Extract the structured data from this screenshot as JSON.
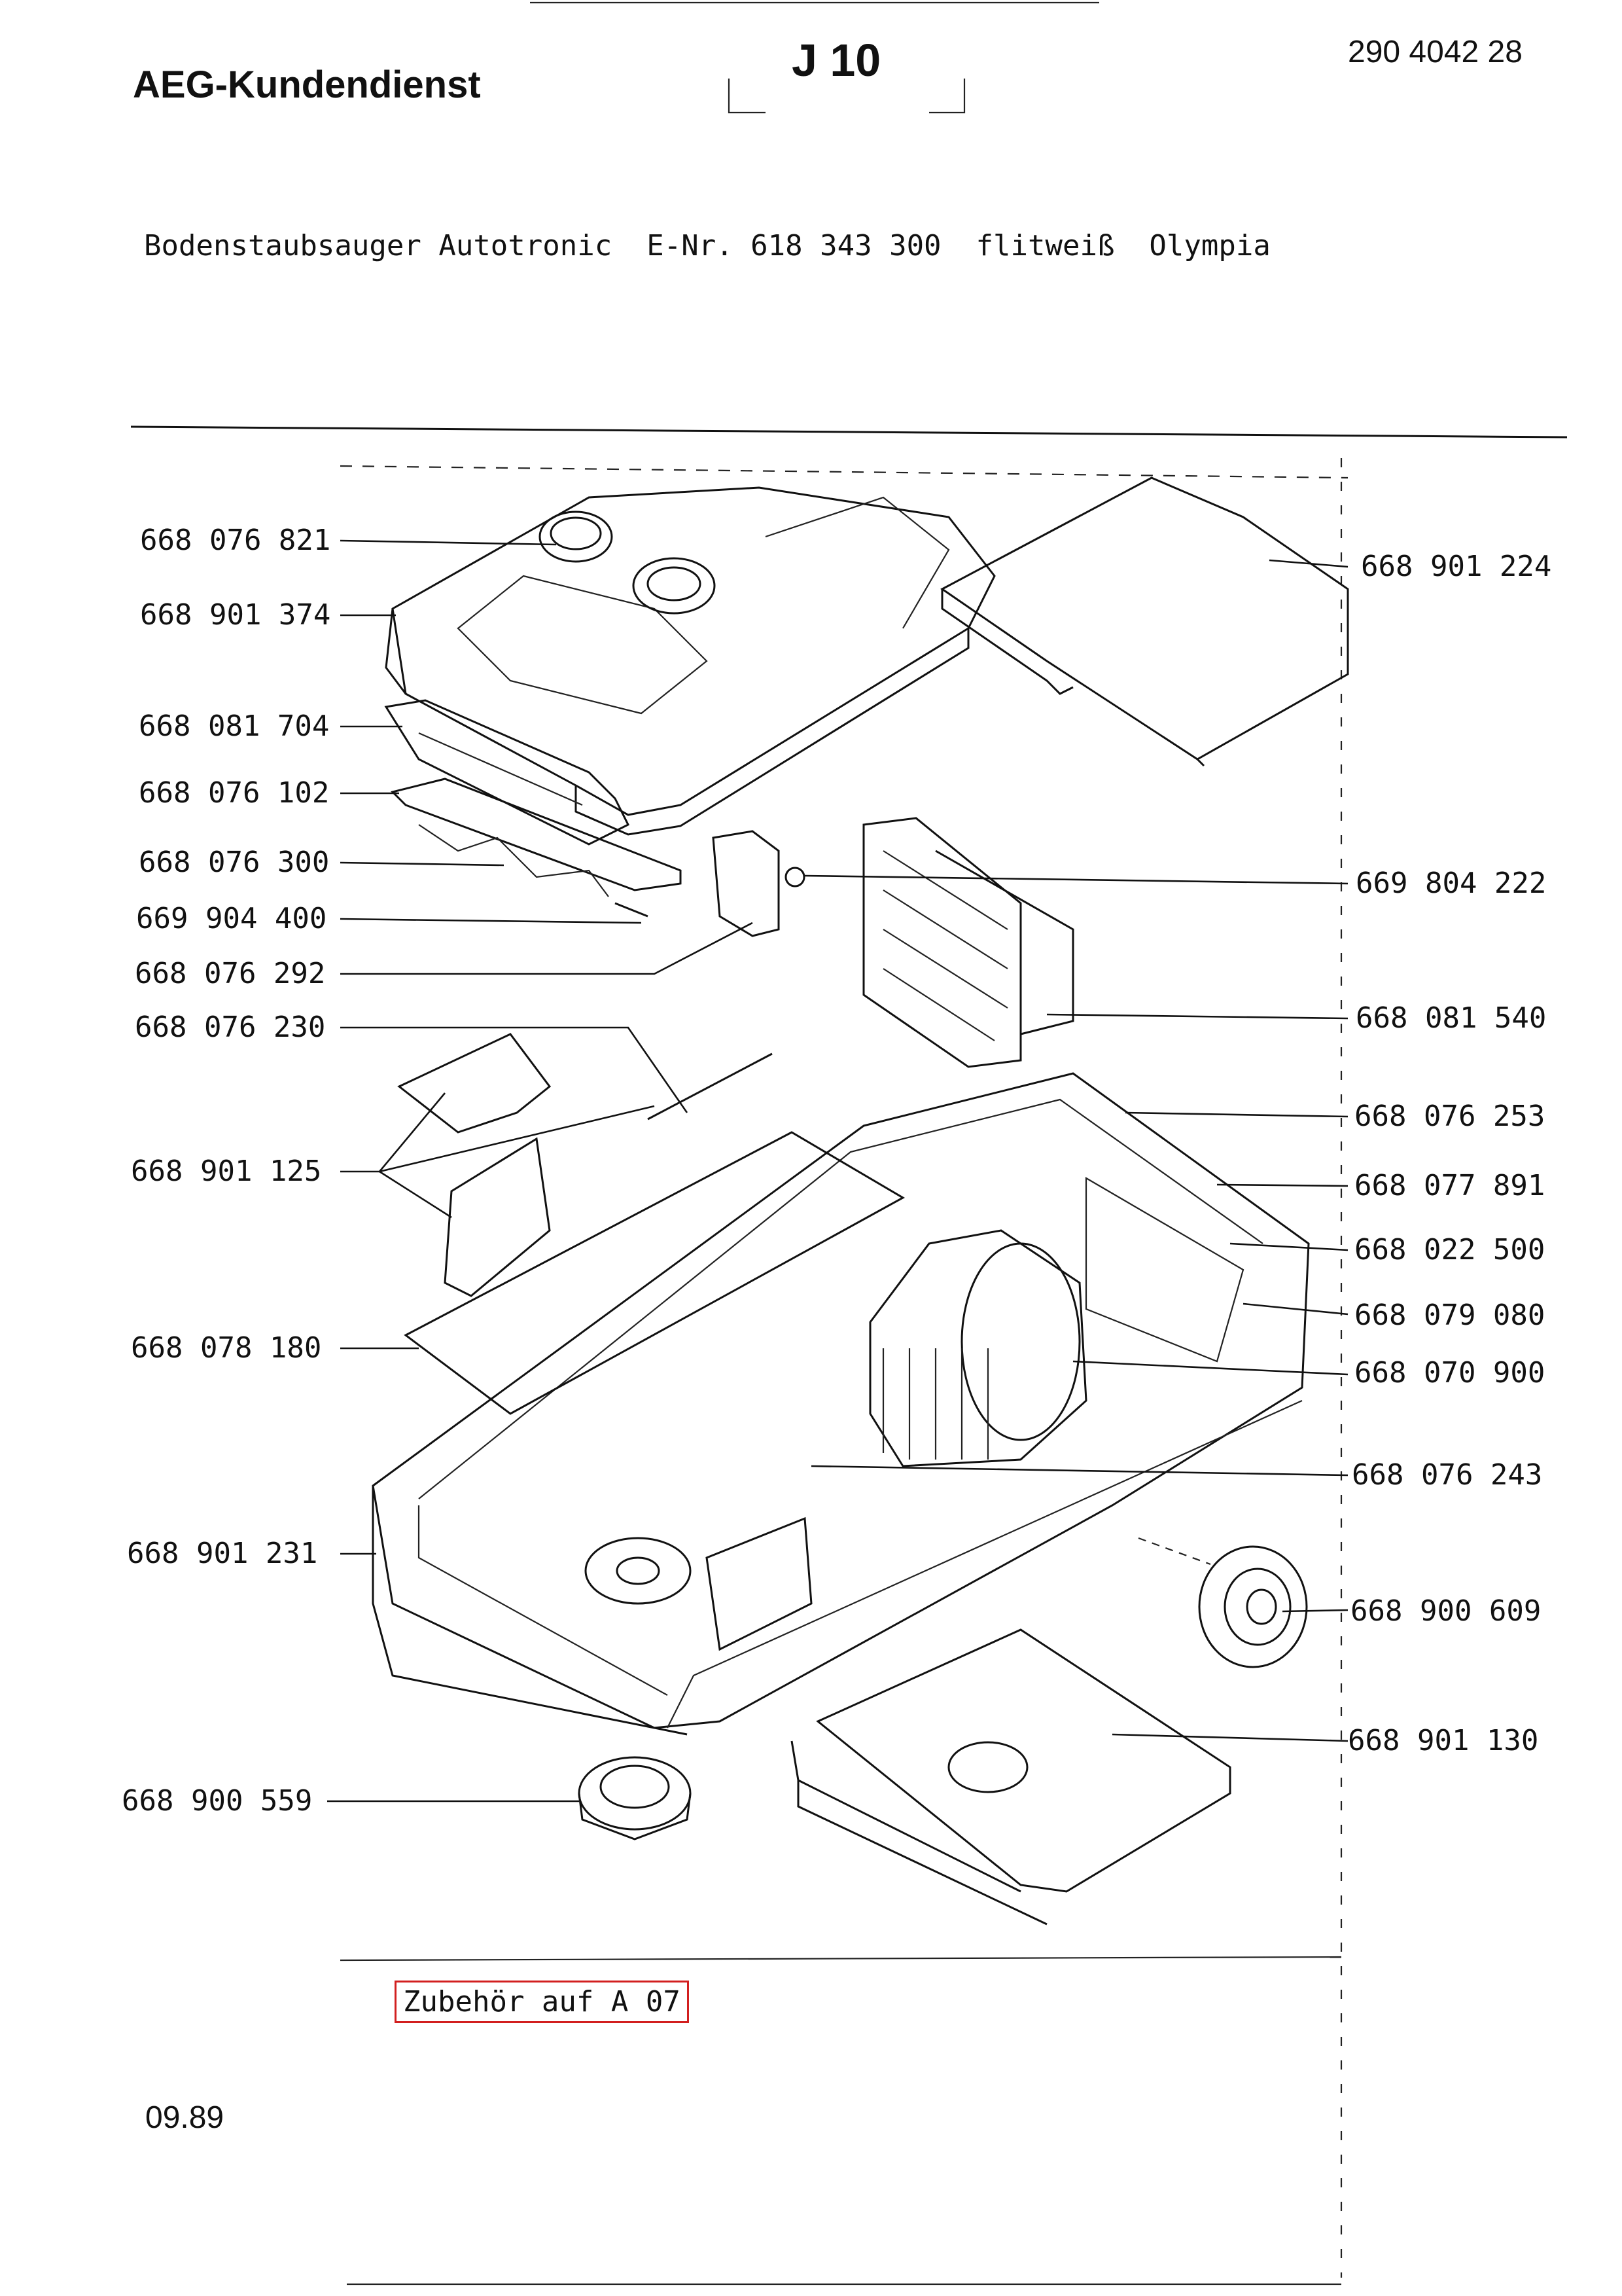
{
  "header": {
    "brand": "AEG-Kundendienst",
    "page_code": "J 10",
    "doc_number": "290 4042 28",
    "product_line": "Bodenstaubsauger Autotronic  E-Nr. 618 343 300  flitweiß  Olympia"
  },
  "parts_left": [
    "668 076 821",
    "668 901 374",
    "668 081 704",
    "668 076 102",
    "668 076 300",
    "669 904 400",
    "668 076 292",
    "668 076 230",
    "668 901 125",
    "668 078 180",
    "668 901 231",
    "668 900 559"
  ],
  "parts_right": [
    "668 901 224",
    "669 804 222",
    "668 081 540",
    "668 076 253",
    "668 077 891",
    "668 022 500",
    "668 079 080",
    "668 070 900",
    "668 076 243",
    "668 900 609",
    "668 901 130"
  ],
  "footer": {
    "accessory_note": "Zubehör auf A 07",
    "accessory_box_color": "#d21f1f",
    "date": "09.89"
  }
}
